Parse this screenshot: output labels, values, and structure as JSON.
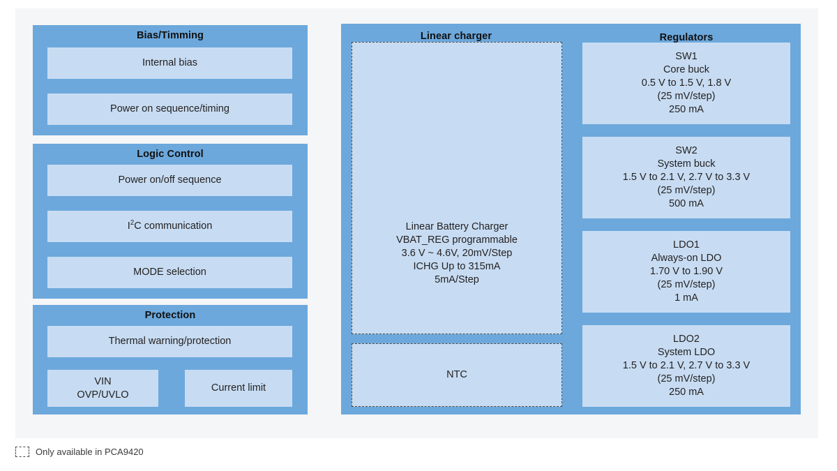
{
  "diagram": {
    "background_color": "#f5f6f7",
    "panel_color": "#6ca8dc",
    "block_color": "#c7dcf2",
    "dash_color": "#4b4b4b"
  },
  "panels": {
    "bias_timing": {
      "title": "Bias/Timming",
      "blocks": [
        {
          "label": "Internal bias"
        },
        {
          "label": "Power on sequence/timing"
        }
      ]
    },
    "logic_control": {
      "title": "Logic Control",
      "blocks": [
        {
          "label": "Power on/off sequence"
        },
        {
          "label_prefix": "I",
          "label_sup": "2",
          "label_suffix": "C communication"
        },
        {
          "label": "MODE selection"
        }
      ]
    },
    "protection": {
      "title": "Protection",
      "blocks": [
        {
          "label": "Thermal warning/protection"
        },
        {
          "line1": "VIN",
          "line2": "OVP/UVLO"
        },
        {
          "label": "Current limit"
        }
      ]
    },
    "linear_charger": {
      "title": "Linear charger",
      "blocks": [
        {
          "dashed": true,
          "lines": [
            "Linear Battery Charger",
            "VBAT_REG programmable",
            "3.6 V ~ 4.6V, 20mV/Step",
            "ICHG Up to 315mA",
            "5mA/Step"
          ]
        },
        {
          "dashed": true,
          "lines": [
            "NTC"
          ]
        }
      ]
    },
    "regulators": {
      "title": "Regulators",
      "blocks": [
        {
          "lines": [
            "SW1",
            "Core buck",
            "0.5 V to 1.5 V, 1.8 V",
            "(25 mV/step)",
            "250 mA"
          ]
        },
        {
          "lines": [
            "SW2",
            "System buck",
            "1.5 V to 2.1 V, 2.7 V to 3.3 V",
            "(25 mV/step)",
            "500 mA"
          ]
        },
        {
          "lines": [
            "LDO1",
            "Always-on LDO",
            "1.70 V to 1.90 V",
            "(25 mV/step)",
            "1 mA"
          ]
        },
        {
          "lines": [
            "LDO2",
            "System LDO",
            "1.5 V to 2.1 V, 2.7 V to 3.3 V",
            "(25 mV/step)",
            "250 mA"
          ]
        }
      ]
    }
  },
  "legend": {
    "text": "Only available in PCA9420"
  }
}
